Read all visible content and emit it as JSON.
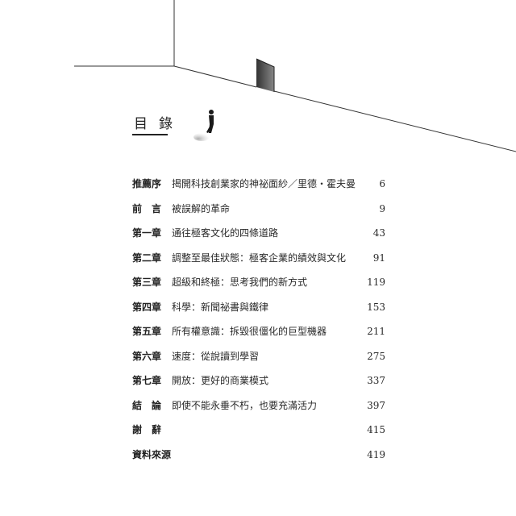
{
  "toc_title": "目錄",
  "entries": [
    {
      "label": "推薦序",
      "title": "揭開科技創業家的神祕面紗／里德・霍夫曼",
      "page": "6"
    },
    {
      "label": "前言",
      "title": "被誤解的革命",
      "page": "9"
    },
    {
      "label": "第一章",
      "title": "通往極客文化的四條道路",
      "page": "43"
    },
    {
      "label": "第二章",
      "title": "調整至最佳狀態：極客企業的績效與文化",
      "page": "91"
    },
    {
      "label": "第三章",
      "title": "超級和終極：思考我們的新方式",
      "page": "119"
    },
    {
      "label": "第四章",
      "title": "科學：新聞祕書與鐵律",
      "page": "153"
    },
    {
      "label": "第五章",
      "title": "所有權意識：拆毀很僵化的巨型機器",
      "page": "211"
    },
    {
      "label": "第六章",
      "title": "速度：從說讀到學習",
      "page": "275"
    },
    {
      "label": "第七章",
      "title": "開放：更好的商業模式",
      "page": "337"
    },
    {
      "label": "結論",
      "title": "即使不能永垂不朽，也要充滿活力",
      "page": "397"
    },
    {
      "label": "謝辭",
      "title": "",
      "page": "415"
    },
    {
      "label": "資料來源",
      "title": "",
      "page": "419"
    }
  ]
}
